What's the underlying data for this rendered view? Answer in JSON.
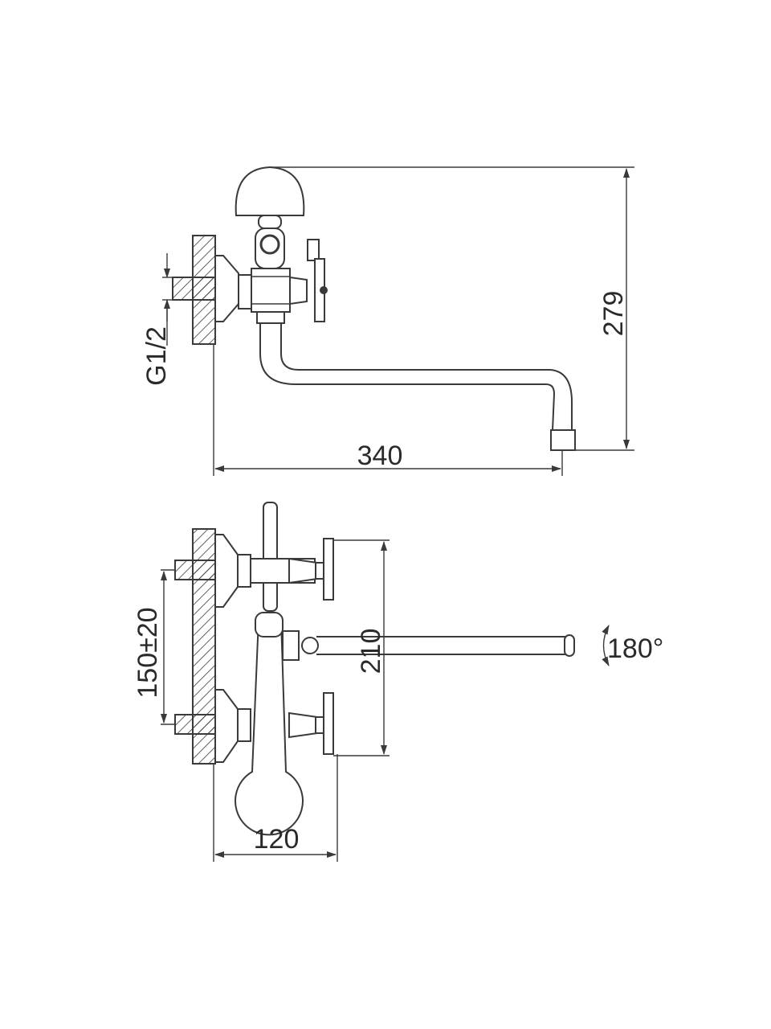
{
  "title": "Wall-mounted bath mixer with long swivel spout — dimensional drawing",
  "side_view": {
    "height_label": "279",
    "thread_label": "G1/2",
    "reach_label": "340"
  },
  "front_view": {
    "centers_label": "150±20",
    "height_label": "210",
    "depth_label": "120",
    "rotation_label": "180°"
  },
  "colors": {
    "line": "#3a3a3a",
    "background": "#ffffff"
  }
}
